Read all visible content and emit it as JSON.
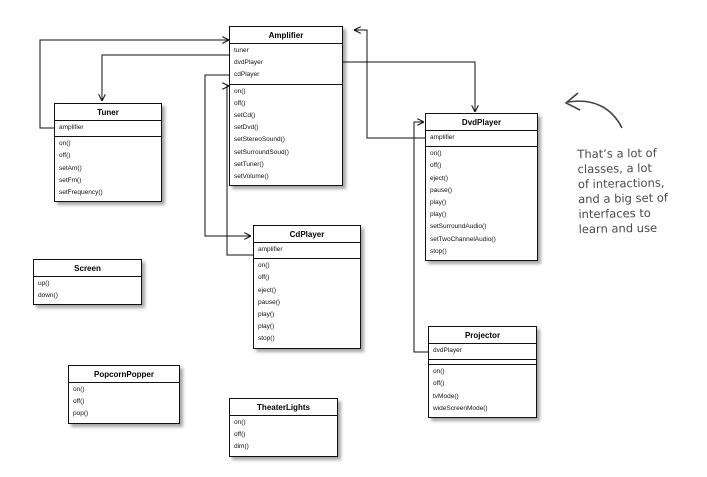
{
  "classes": [
    {
      "id": "amplifier",
      "name": "Amplifier",
      "attributes": [
        "tuner",
        "dvdPlayer",
        "cdPlayer"
      ],
      "methods": [
        "on()",
        "off()",
        "setCd()",
        "setDvd()",
        "setStereoSound()",
        "setSurroundSoud()",
        "setTuner()",
        "setVolume()"
      ]
    },
    {
      "id": "tuner",
      "name": "Tuner",
      "attributes": [
        "amplifier"
      ],
      "methods": [
        "on()",
        "off()",
        "setAm()",
        "setFm()",
        "setFrequency()"
      ]
    },
    {
      "id": "dvdplayer",
      "name": "DvdPlayer",
      "attributes": [
        "amplifier"
      ],
      "methods": [
        "on()",
        "off()",
        "eject()",
        "pause()",
        "play()",
        "play()",
        "setSurroundAudio()",
        "setTwoChannelAudio()",
        "stop()"
      ]
    },
    {
      "id": "cdplayer",
      "name": "CdPlayer",
      "attributes": [
        "amplifier"
      ],
      "methods": [
        "on()",
        "off()",
        "eject()",
        "pause()",
        "play()",
        "play()",
        "stop()"
      ]
    },
    {
      "id": "screen",
      "name": "Screen",
      "attributes": [],
      "methods": [
        "up()",
        "down()"
      ]
    },
    {
      "id": "projector",
      "name": "Projector",
      "attributes": [
        "dvdPlayer"
      ],
      "methods": [
        "on()",
        "off()",
        "tvMode()",
        "wideScreenMode()"
      ]
    },
    {
      "id": "popcornpopper",
      "name": "PopcornPopper",
      "attributes": [],
      "methods": [
        "on()",
        "off()",
        "pop()"
      ]
    },
    {
      "id": "theaterlights",
      "name": "TheaterLights",
      "attributes": [],
      "methods": [
        "on()",
        "off()",
        "dim()"
      ]
    }
  ],
  "annotation": {
    "lines": [
      "That’s a lot of",
      "classes, a lot",
      "of interactions,",
      "and a big set of",
      "interfaces to",
      "learn and use"
    ],
    "color": "#4a4a4a"
  },
  "colors": {
    "line": "#111111",
    "note": "#4a4a4a"
  }
}
